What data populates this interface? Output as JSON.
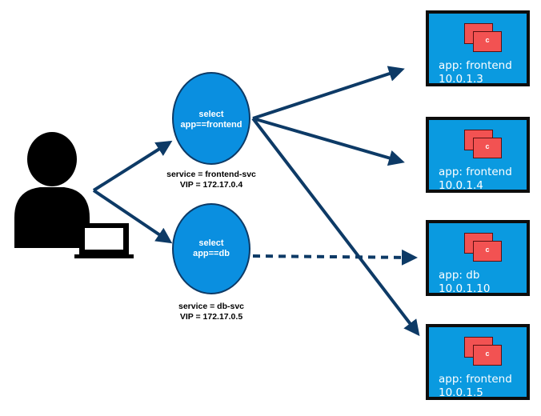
{
  "services": [
    {
      "id": "frontend",
      "selector_line1": "select",
      "selector_line2": "app==frontend",
      "name_line": "service = frontend-svc",
      "vip_line": "VIP = 172.17.0.4"
    },
    {
      "id": "db",
      "selector_line1": "select",
      "selector_line2": "app==db",
      "name_line": "service = db-svc",
      "vip_line": "VIP = 172.17.0.5"
    }
  ],
  "pods": [
    {
      "container_label": "c",
      "app_label": "app: frontend",
      "ip": "10.0.1.3"
    },
    {
      "container_label": "c",
      "app_label": "app: frontend",
      "ip": "10.0.1.4"
    },
    {
      "container_label": "c",
      "app_label": "app: db",
      "ip": "10.0.1.10"
    },
    {
      "container_label": "c",
      "app_label": "app: frontend",
      "ip": "10.0.1.5"
    }
  ],
  "colors": {
    "arrow": "#0d3a66",
    "service_fill": "#0a8fe0",
    "service_stroke": "#0d3a66",
    "pod_fill": "#0a9ae0",
    "pod_border": "#0d0d0d",
    "container_fill": "#f25252"
  },
  "icons": {
    "user": "user-with-laptop-icon",
    "container": "container-stack-icon"
  }
}
